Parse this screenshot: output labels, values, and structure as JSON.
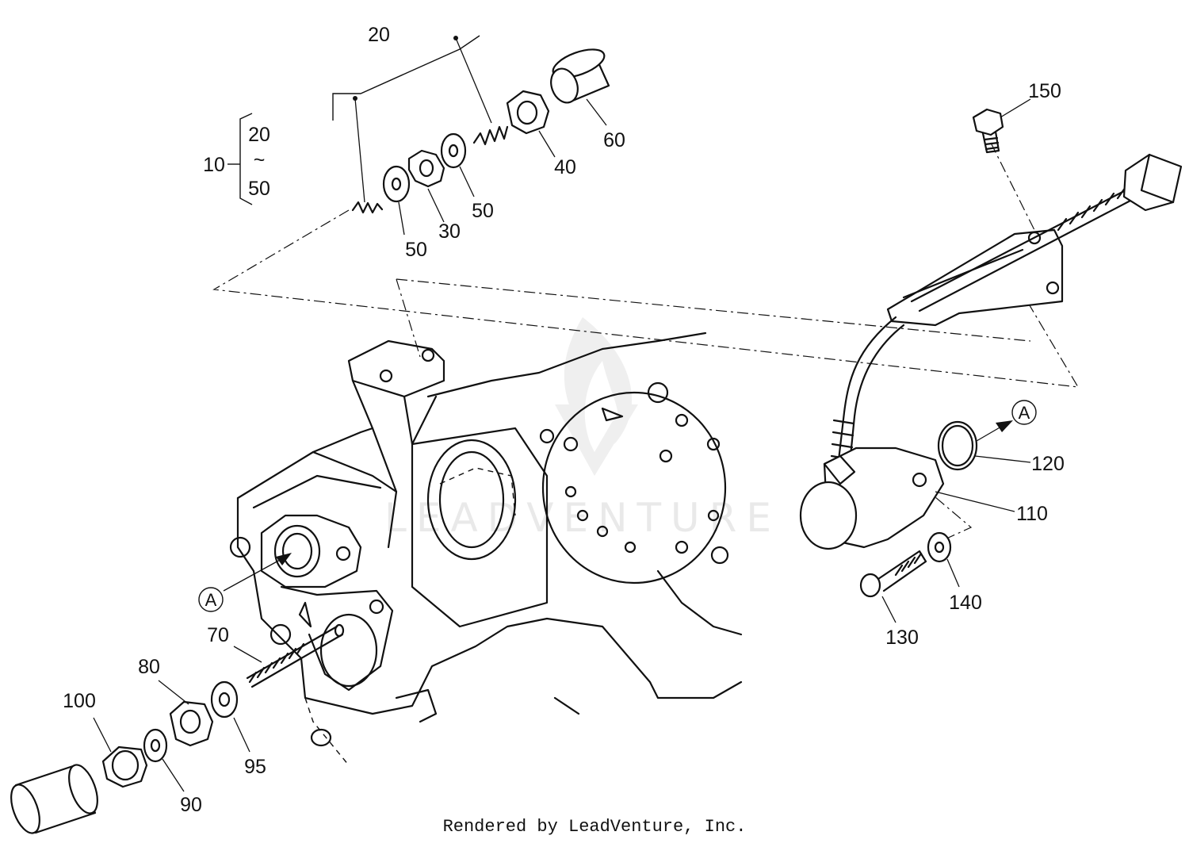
{
  "callouts": {
    "c10": "10",
    "c20_bracket": "20",
    "c20_top": "20",
    "c_tilde": "~",
    "c50_range": "50",
    "c30": "30",
    "c40": "40",
    "c50_a": "50",
    "c50_b": "50",
    "c60": "60",
    "c70": "70",
    "c80": "80",
    "c90": "90",
    "c95": "95",
    "c100": "100",
    "c110": "110",
    "c120": "120",
    "c130": "130",
    "c140": "140",
    "c150": "150"
  },
  "reference_marks": {
    "a_left": "A",
    "a_right": "A"
  },
  "watermark": "LEADVENTURE",
  "footer": "Rendered by LeadVenture, Inc."
}
